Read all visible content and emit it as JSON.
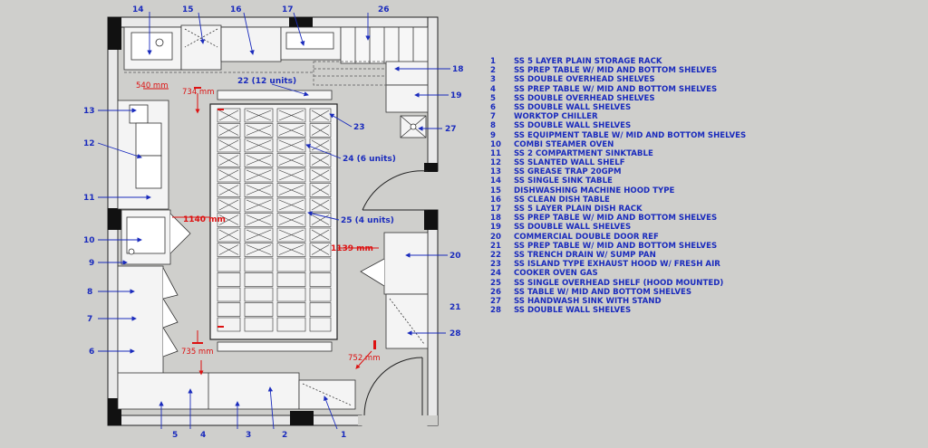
{
  "callouts": {
    "c1": "1",
    "c2": "2",
    "c3": "3",
    "c4": "4",
    "c5": "5",
    "c6": "6",
    "c7": "7",
    "c8": "8",
    "c9": "9",
    "c10": "10",
    "c11": "11",
    "c12": "12",
    "c13": "13",
    "c14": "14",
    "c15": "15",
    "c16": "16",
    "c17": "17",
    "c18": "18",
    "c19": "19",
    "c20": "20",
    "c21": "21",
    "c22": "22 (12 units)",
    "c23": "23",
    "c24": "24 (6 units)",
    "c25": "25 (4 units)",
    "c26": "26",
    "c27": "27",
    "c28": "28"
  },
  "dimensions": {
    "d540": "540 mm",
    "d734": "734 mm",
    "d1140": "1140 mm",
    "d1139": "1139 mm",
    "d735": "735 mm",
    "d752": "752 mm"
  },
  "legend": [
    {
      "num": "1",
      "label": "SS 5 LAYER PLAIN STORAGE RACK"
    },
    {
      "num": "2",
      "label": "SS PREP TABLE W/ MID AND BOTTOM SHELVES"
    },
    {
      "num": "3",
      "label": "SS DOUBLE OVERHEAD SHELVES"
    },
    {
      "num": "4",
      "label": "SS PREP TABLE W/ MID AND BOTTOM SHELVES"
    },
    {
      "num": "5",
      "label": "SS DOUBLE OVERHEAD SHELVES"
    },
    {
      "num": "6",
      "label": "SS DOUBLE WALL SHELVES"
    },
    {
      "num": "7",
      "label": "WORKTOP CHILLER"
    },
    {
      "num": "8",
      "label": "SS DOUBLE WALL SHELVES"
    },
    {
      "num": "9",
      "label": "SS EQUIPMENT TABLE W/ MID AND BOTTOM SHELVES"
    },
    {
      "num": "10",
      "label": "COMBI STEAMER OVEN"
    },
    {
      "num": "11",
      "label": "SS 2 COMPARTMENT SINKTABLE"
    },
    {
      "num": "12",
      "label": "SS SLANTED WALL SHELF"
    },
    {
      "num": "13",
      "label": "SS GREASE TRAP 20GPM"
    },
    {
      "num": "14",
      "label": "SS SINGLE SINK TABLE"
    },
    {
      "num": "15",
      "label": "DISHWASHING MACHINE HOOD TYPE"
    },
    {
      "num": "16",
      "label": "SS CLEAN DISH TABLE"
    },
    {
      "num": "17",
      "label": "SS 5 LAYER PLAIN DISH RACK"
    },
    {
      "num": "18",
      "label": "SS PREP TABLE W/ MID AND BOTTOM SHELVES"
    },
    {
      "num": "19",
      "label": "SS DOUBLE WALL SHELVES"
    },
    {
      "num": "20",
      "label": "COMMERCIAL DOUBLE DOOR REF"
    },
    {
      "num": "21",
      "label": "SS PREP TABLE W/ MID AND BOTTOM SHELVES"
    },
    {
      "num": "22",
      "label": "SS TRENCH DRAIN W/ SUMP PAN"
    },
    {
      "num": "23",
      "label": "SS ISLAND TYPE EXHAUST HOOD W/ FRESH AIR"
    },
    {
      "num": "24",
      "label": "COOKER OVEN GAS"
    },
    {
      "num": "25",
      "label": "SS SINGLE OVERHEAD SHELF (HOOD MOUNTED)"
    },
    {
      "num": "26",
      "label": "SS TABLE W/ MID AND BOTTOM SHELVES"
    },
    {
      "num": "27",
      "label": "SS HANDWASH SINK WITH STAND"
    },
    {
      "num": "28",
      "label": "SS DOUBLE WALL SHELVES"
    }
  ],
  "colors": {
    "background": "#cfcfcc",
    "wall_outline": "#222222",
    "wall_fill": "#e8e8e8",
    "callout_blue": "#1a2bbd",
    "dimension_red": "#dd1111"
  }
}
